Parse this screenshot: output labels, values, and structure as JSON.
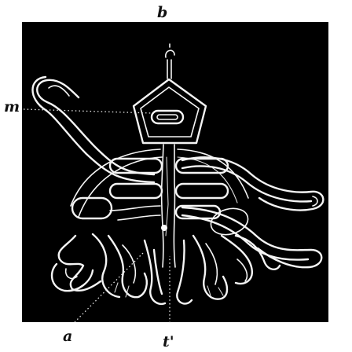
{
  "figure": {
    "labels": {
      "top": "b",
      "left": "m",
      "bottom_left": "a",
      "bottom_center": "t'"
    },
    "colors": {
      "panel": "#000000",
      "lines": "#f4f4f4",
      "labels": "#111111",
      "page": "#ffffff"
    }
  }
}
